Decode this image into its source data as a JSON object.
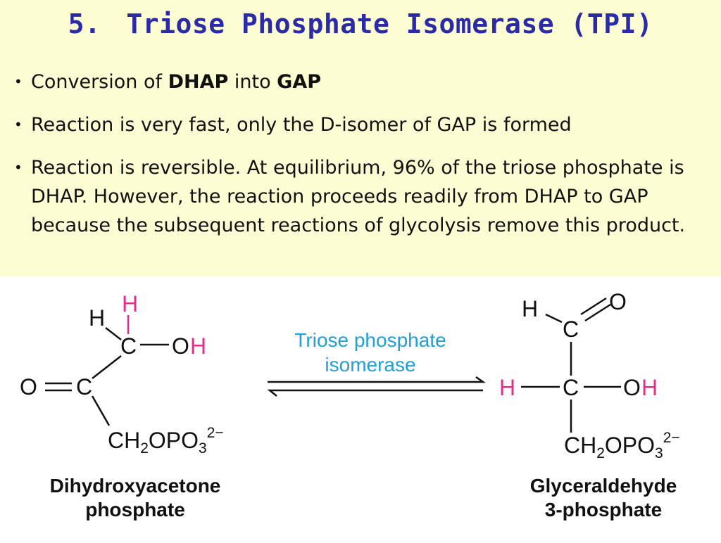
{
  "title": {
    "number": "5.",
    "text": "Triose Phosphate Isomerase (TPI)"
  },
  "bullets": [
    {
      "prefix": "Conversion of ",
      "bold1": "DHAP",
      "mid": " into ",
      "bold2": "GAP"
    },
    {
      "text": "Reaction is very fast, only the D-isomer of GAP is formed"
    },
    {
      "text": "Reaction is reversible. At equilibrium, 96% of the triose phosphate is DHAP. However, the reaction proceeds readily from DHAP to GAP because the subsequent reactions of glycolysis remove this product."
    }
  ],
  "bullet_symbol": "•",
  "reaction": {
    "enzyme_line1": "Triose phosphate",
    "enzyme_line2": "isomerase",
    "dhap": {
      "H_top_pink": "H",
      "H_left": "H",
      "C_upper": "C",
      "O_oh": "O",
      "H_oh": "H",
      "O_left": "O",
      "C_mid": "C",
      "CH2": "CH",
      "sub2": "2",
      "OPO3": "OPO",
      "sub3": "3",
      "charge": "2−"
    },
    "gap": {
      "H_top": "H",
      "C_top": "C",
      "O_top": "O",
      "H_left_pink": "H",
      "C_mid": "C",
      "O_oh": "O",
      "H_oh": "H",
      "CH2": "CH",
      "sub2": "2",
      "OPO3": "OPO",
      "sub3": "3",
      "charge": "2−"
    },
    "label_left_line1": "Dihydroxyacetone",
    "label_left_line2": "phosphate",
    "label_right_line1": "Glyceraldehyde",
    "label_right_line2": "3-phosphate"
  },
  "colors": {
    "title": "#2b2ba8",
    "highlight": "#e0308a",
    "enzyme": "#1fa0d8",
    "background_top": "#fdfdd4"
  }
}
